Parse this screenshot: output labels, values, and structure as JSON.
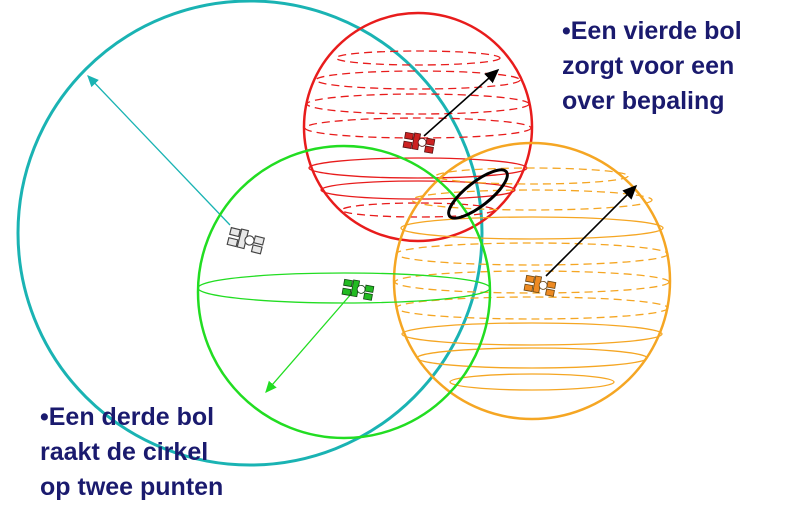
{
  "captions": {
    "fourth_sphere": [
      "•Een vierde bol",
      "zorgt voor een",
      "over bepaling"
    ],
    "third_sphere": [
      "•Een derde bol",
      "raakt de cirkel",
      "op twee punten"
    ]
  },
  "colors": {
    "teal_sphere": "#1ab3b3",
    "green_sphere": "#22dd22",
    "red_sphere": "#e81c1c",
    "orange_sphere": "#f5a623",
    "caption_text": "#1a1a6e"
  },
  "icons": [
    "satellite-icon-white",
    "satellite-icon-green",
    "satellite-icon-red",
    "satellite-icon-orange"
  ]
}
